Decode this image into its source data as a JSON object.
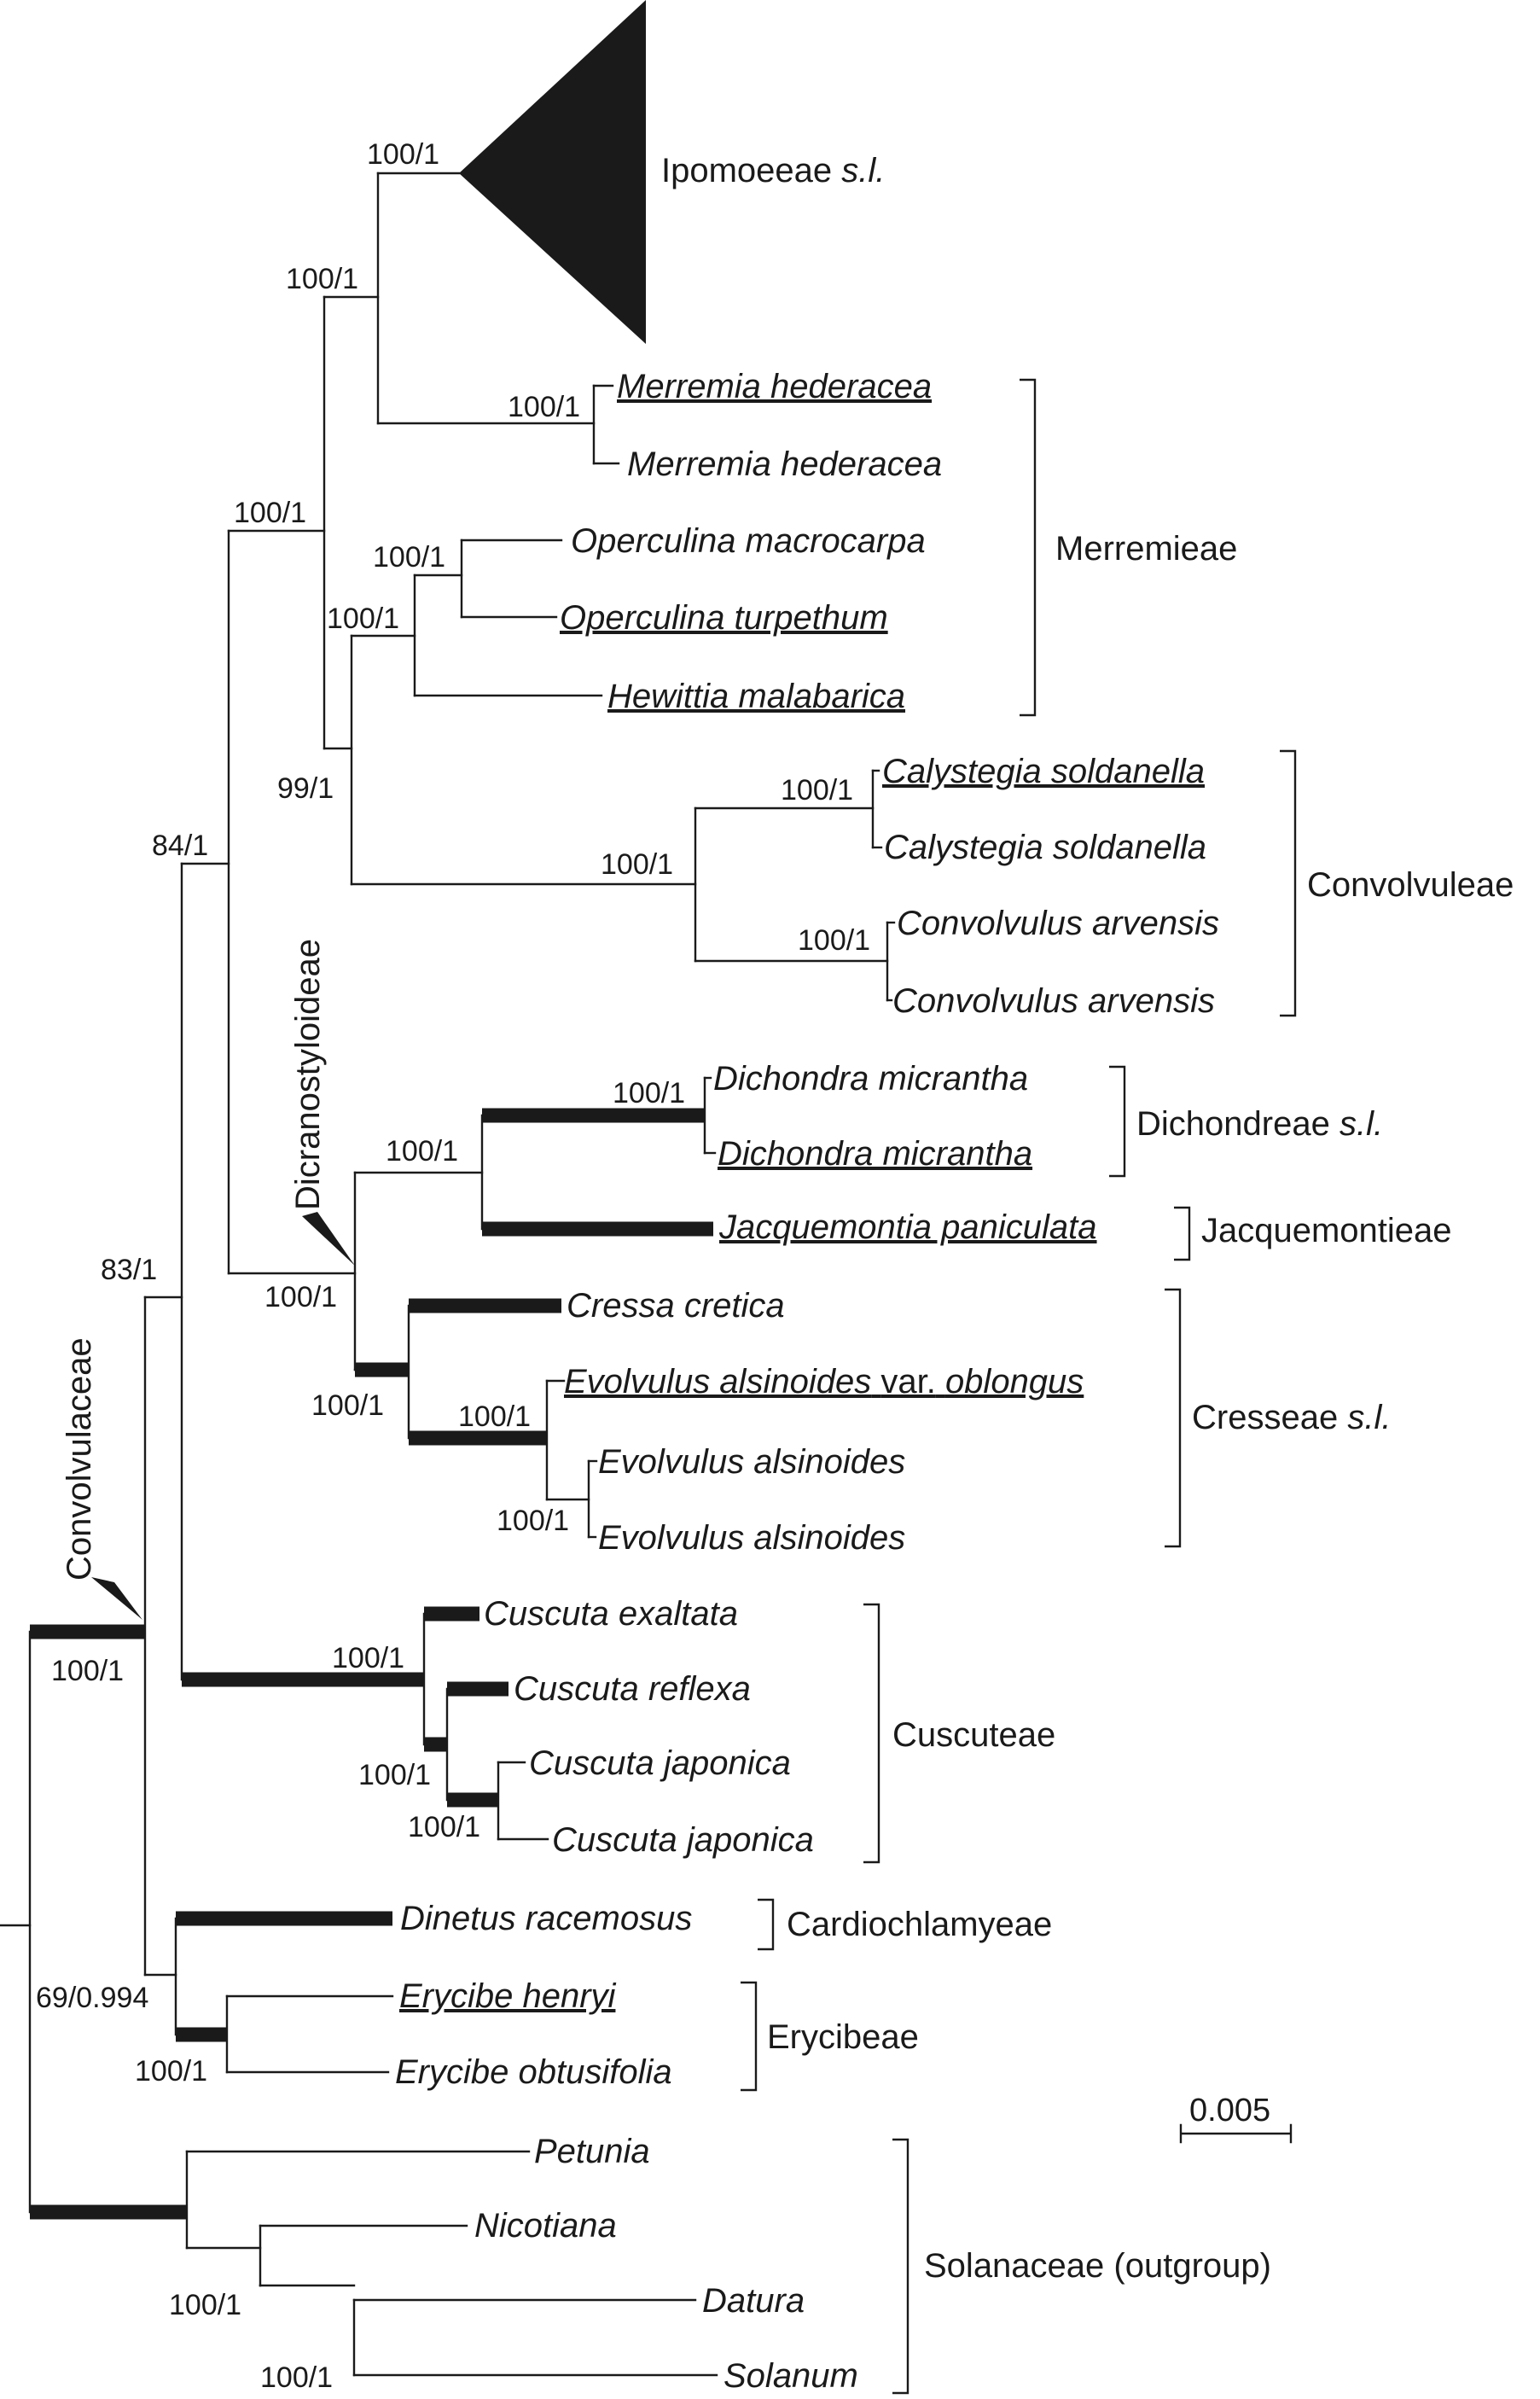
{
  "collapsed_clade": {
    "name": "Ipomoeeae",
    "suffix": "s.l.",
    "support": "100/1"
  },
  "tips": {
    "merremia_1": {
      "text": "Merremia hederacea",
      "underlined": true
    },
    "merremia_2": {
      "text": "Merremia hederacea",
      "underlined": false
    },
    "operculina_macro": {
      "text": "Operculina macrocarpa",
      "underlined": false
    },
    "operculina_turp": {
      "text": "Operculina turpethum",
      "underlined": true
    },
    "hewittia": {
      "text": "Hewittia malabarica",
      "underlined": true
    },
    "calystegia_1": {
      "text": "Calystegia soldanella",
      "underlined": true
    },
    "calystegia_2": {
      "text": "Calystegia soldanella",
      "underlined": false
    },
    "convolvulus_1": {
      "text": "Convolvulus arvensis",
      "underlined": false
    },
    "convolvulus_2": {
      "text": "Convolvulus arvensis",
      "underlined": false
    },
    "dichondra_1": {
      "text": "Dichondra micrantha",
      "underlined": false
    },
    "dichondra_2": {
      "text": "Dichondra micrantha",
      "underlined": true
    },
    "jacquemontia": {
      "text": "Jacquemontia paniculata",
      "underlined": true
    },
    "cressa": {
      "text": "Cressa cretica",
      "underlined": false
    },
    "evolvulus_var": {
      "text": "Evolvulus alsinoides",
      "var_word": "var.",
      "var_epithet": "oblongus",
      "underlined": true
    },
    "evolvulus_2": {
      "text": "Evolvulus alsinoides",
      "underlined": false
    },
    "evolvulus_3": {
      "text": "Evolvulus alsinoides",
      "underlined": false
    },
    "cuscuta_exaltata": {
      "text": "Cuscuta exaltata",
      "underlined": false
    },
    "cuscuta_reflexa": {
      "text": "Cuscuta reflexa",
      "underlined": false
    },
    "cuscuta_jap_1": {
      "text": "Cuscuta japonica",
      "underlined": false
    },
    "cuscuta_jap_2": {
      "text": "Cuscuta japonica",
      "underlined": false
    },
    "dinetus": {
      "text": "Dinetus racemosus",
      "underlined": false
    },
    "erycibe_henryi": {
      "text": "Erycibe henryi",
      "underlined": true
    },
    "erycibe_obtus": {
      "text": "Erycibe obtusifolia",
      "underlined": false
    },
    "petunia": {
      "text": "Petunia",
      "underlined": false
    },
    "nicotiana": {
      "text": "Nicotiana",
      "underlined": false
    },
    "datura": {
      "text": "Datura",
      "underlined": false
    },
    "solanum": {
      "text": "Solanum",
      "underlined": false
    }
  },
  "support": {
    "ipomoeeae_merremia": "100/1",
    "merremia": "100/1",
    "merremieae_rest": "100/1",
    "operculina": "100/1",
    "operculina_hewittia": "100/1",
    "ipo_to_conv": "99/1",
    "calystegia": "100/1",
    "calyst_conv": "100/1",
    "convolvulus": "100/1",
    "convolvuloideae_main": "84/1",
    "dichondra": "100/1",
    "dich_jacq": "100/1",
    "dicranostyloideae": "100/1",
    "cressa_evolvulus": "100/1",
    "evolvulus": "100/1",
    "evolvulus_inner": "100/1",
    "cuscuta": "100/1",
    "cuscuta_inner": "100/1",
    "cuscuta_japonica": "100/1",
    "big_clade": "83/1",
    "convolvulaceae": "100/1",
    "dinetus_erycibe": "69/0.994",
    "erycibe": "100/1",
    "solanaceae_inner": "100/1",
    "datura_solanum": "100/1"
  },
  "groups": {
    "merremieae": {
      "name": "Merremieae"
    },
    "convolvuleae": {
      "name": "Convolvuleae"
    },
    "dichondreae": {
      "name": "Dichondreae",
      "suffix": "s.l."
    },
    "jacquemontieae": {
      "name": "Jacquemontieae"
    },
    "cresseae": {
      "name": "Cresseae",
      "suffix": "s.l."
    },
    "cuscuteae": {
      "name": "Cuscuteae"
    },
    "cardiochlamyeae": {
      "name": "Cardiochlamyeae"
    },
    "erycibeae": {
      "name": "Erycibeae"
    },
    "solanaceae": {
      "name": "Solanaceae (outgroup)"
    }
  },
  "node_labels": {
    "dicranostyloideae": "Dicranostyloideae",
    "convolvulaceae": "Convolvulaceae"
  },
  "scale_bar": {
    "label": "0.005",
    "value": 0.005
  }
}
